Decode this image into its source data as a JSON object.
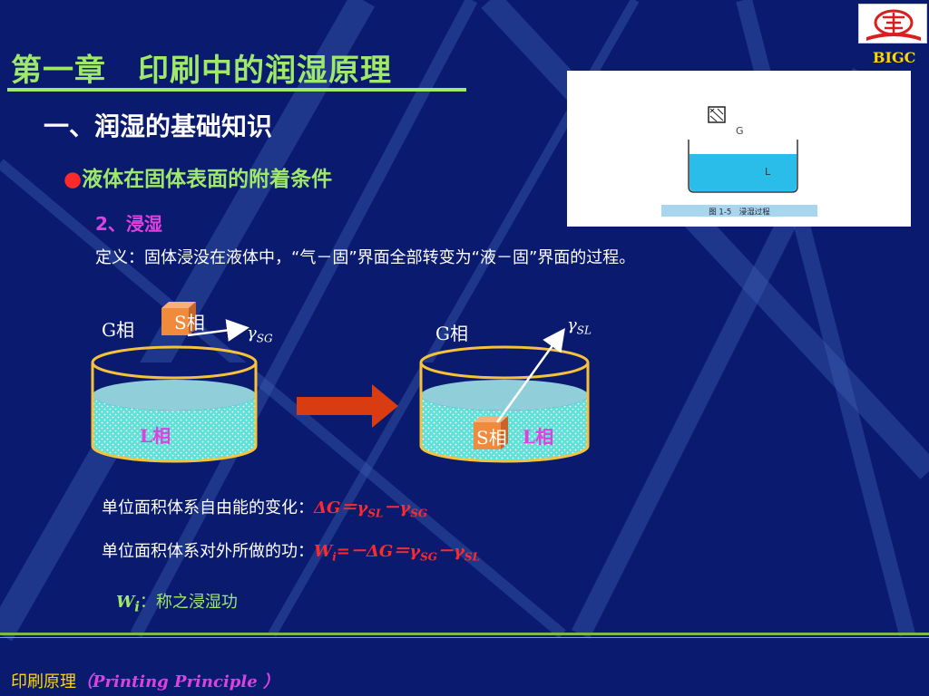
{
  "title": "第一章　印刷中的润湿原理",
  "section": "一、润湿的基础知识",
  "bullet": {
    "marker": "●",
    "text": "液体在固体表面的附着条件"
  },
  "subsection": "2、浸湿",
  "definition": "定义：固体浸没在液体中，“气－固”界面全部转变为“液－固”界面的过程。",
  "logo": {
    "text": "BIGC"
  },
  "figure": {
    "g_label": "G",
    "l_label": "L",
    "caption": "图 1-5　浸湿过程"
  },
  "diagram": {
    "left": {
      "g_phase": "G相",
      "s_phase": "S相",
      "gamma": "γ",
      "gamma_sub": "SG",
      "l_phase": "L相"
    },
    "right": {
      "g_phase": "G相",
      "s_phase": "S相",
      "gamma": "γ",
      "gamma_sub": "SL",
      "l_phase": "L相"
    }
  },
  "equations": {
    "free_energy_label": "单位面积体系自由能的变化：",
    "free_energy_lhs": "ΔG＝γ",
    "free_energy_sub1": "SL",
    "free_energy_mid": "－γ",
    "free_energy_sub2": "SG",
    "work_label": "单位面积体系对外所做的功：",
    "work_w": "W",
    "work_w_sub": "i",
    "work_mid1": "=－ΔG＝γ",
    "work_sub1": "SG",
    "work_mid2": "－γ",
    "work_sub2": "SL"
  },
  "wi_note": {
    "w": "W",
    "w_sub": "i",
    "text": "：称之浸湿功"
  },
  "footer": {
    "chinese": "印刷原理",
    "english": "（Printing Principle ）"
  },
  "colors": {
    "background": "#0a1a6e",
    "title_green": "#9ee86a",
    "accent_magenta": "#e040e0",
    "formula_red": "#ff2a2a",
    "liquid_cyan": "#5fe0d8",
    "solid_orange": "#f08a3c",
    "arrow_red": "#d83c10",
    "footer_yellow": "#ffd700"
  }
}
